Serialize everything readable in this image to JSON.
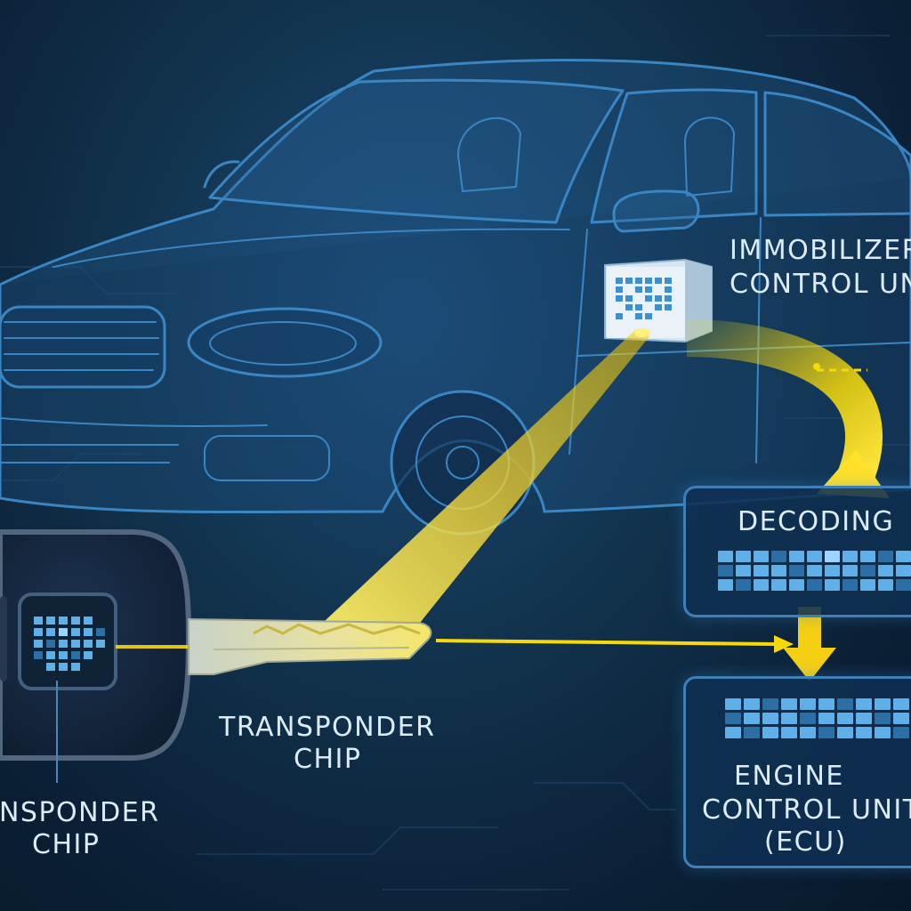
{
  "labels": {
    "immobilizer_line1": "IMMOBILIZER",
    "immobilizer_line2": "CONTROL UNIT",
    "decoding": "DECODING",
    "ecu_line1": "ENGINE",
    "ecu_line2": "CONTROL UNIT",
    "ecu_line3": "(ECU)",
    "key_chip_line1": "TRANSPONDER",
    "key_chip_line2": "CHIP",
    "fob_chip_line1": "TRANSPONDER",
    "fob_chip_line2": "CHIP"
  },
  "colors": {
    "background": "#0c2238",
    "outline": "#3f7fb8",
    "beam": "#f5d90a",
    "chip_cell": "#5fb0e8"
  },
  "icons": {
    "car": "car-outline-icon",
    "immobilizer": "chip-box-icon",
    "key": "car-key-icon",
    "fob": "key-fob-icon"
  }
}
